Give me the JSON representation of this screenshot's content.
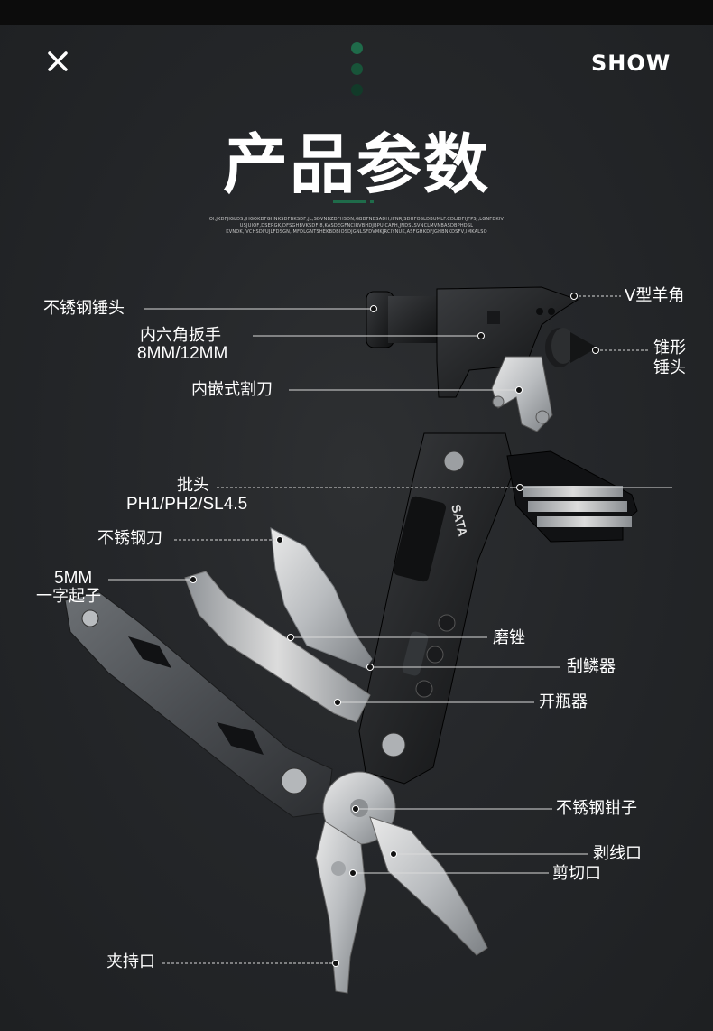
{
  "header": {
    "close_label": "×",
    "show_label": "SHOW"
  },
  "title": {
    "text": "产品参数",
    "fine_print": [
      "OI,JKDFJIGLDS,JHGOKDFGHNKSDFBKSDF,JL,SDVNBZDFHSDN,GBDFNBSADH,IFNRJSDHFOSLDBUMLF.CDLIDFIJFPSJ,LGNFDKIV",
      "USJUIOF,DSERGK,DFSGHBVKSDF,8,KASDEGFNCIRVBHDJBPUICAFH,JNDSLSVNCLMVNBASDBPHDSL",
      "KVNDK,IVCHSDFUJLFDSGN,IMFDLGNTSHEKBDBIOSDJGNLSFDVMKJRCIYNUK,ASFGHKDFJGHBNKDSFV,IMKALSO"
    ]
  },
  "labels": {
    "stainless_hammer": "不锈钢锤头",
    "v_claw": "V型羊角",
    "hex_wrench": "内六角扳手",
    "hex_sizes": "8MM/12MM",
    "cone_hammer_1": "锥形",
    "cone_hammer_2": "锤头",
    "inset_cutter": "内嵌式割刀",
    "bits": "批头",
    "bit_types": "PH1/PH2/SL4.5",
    "stainless_knife": "不锈钢刀",
    "flat_driver_1": "5MM",
    "flat_driver_2": "一字起子",
    "file": "磨锉",
    "scale_remover": "刮鳞器",
    "bottle_opener": "开瓶器",
    "stainless_pliers": "不锈钢钳子",
    "wire_stripper": "剥线口",
    "cutter": "剪切口",
    "clamp": "夹持口"
  },
  "brand": {
    "logo_text": "SATA",
    "accent": "#1f6b4a",
    "accent_dark": "#17503a"
  }
}
